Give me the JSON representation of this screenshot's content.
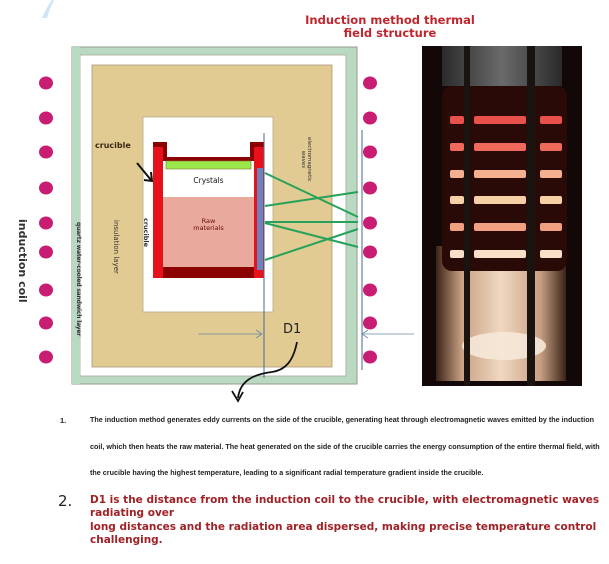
{
  "title": {
    "line1": "Induction method thermal",
    "line2": "field structure"
  },
  "diagram": {
    "labels": {
      "induction_coil": "induction coil",
      "quartz_layer": "quartz water-cooled sandwich layer",
      "insulation_layer": "insulation layer",
      "crucible_side": "crucible",
      "crucible_callout": "crucible",
      "crystals": "Crystals",
      "raw_materials_line1": "Raw",
      "raw_materials_line2": "materials",
      "em_waves_line1": "electromagnetic",
      "em_waves_line2": "waves",
      "distance": "D1"
    },
    "colors": {
      "coil_dot": "#c81d73",
      "quartz_layer": "#b9d9c2",
      "insulation": "#e2cb92",
      "crucible_wall": "#e8101a",
      "crucible_dark": "#8b0000",
      "crystals": "#9be84a",
      "raw_materials": "#e9a99c",
      "heating_strip": "#6b84c0",
      "em_wave": "#27a25a",
      "guide_line": "#4a6a8a",
      "title": "#c0262d"
    },
    "coil_dot_count_left": 9,
    "coil_dot_count_right": 9
  },
  "photo": {
    "description": "induction furnace coil glowing"
  },
  "notes": [
    {
      "number": "1.",
      "lines": [
        "The induction method generates eddy currents on the side of the crucible, generating heat through electromagnetic waves emitted by the induction",
        "coil, which then heats the raw material. The heat generated on the side of the crucible carries the energy consumption of the entire thermal field, with",
        "the crucible having the highest temperature, leading to a significant radial temperature gradient inside the crucible."
      ]
    },
    {
      "number": "2.",
      "lines": [
        "D1 is the distance from the induction coil to the crucible, with electromagnetic waves radiating over",
        "long distances and the radiation area dispersed, making precise temperature control challenging."
      ]
    }
  ]
}
